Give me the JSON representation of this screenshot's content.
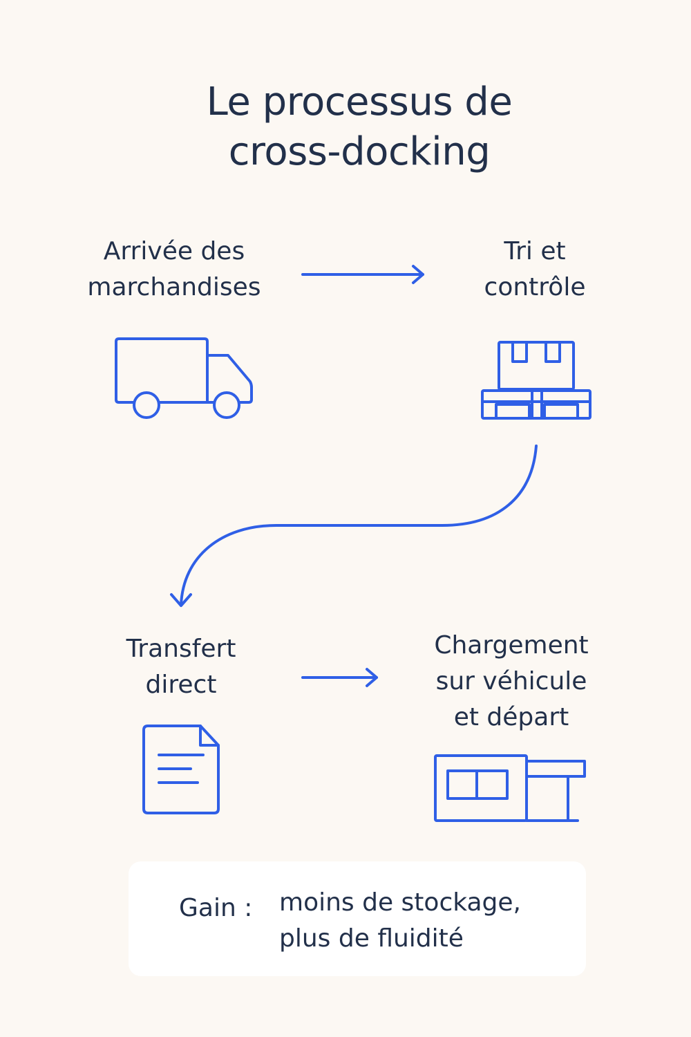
{
  "title": {
    "line1": "Le processus de",
    "line2": "cross-docking"
  },
  "steps": [
    {
      "lines": [
        "Arrivée des",
        "marchandises"
      ],
      "icon": "truck-icon"
    },
    {
      "lines": [
        "Tri et",
        "contrôle"
      ],
      "icon": "pallet-box-icon"
    },
    {
      "lines": [
        "Transfert",
        "direct"
      ],
      "icon": "document-icon"
    },
    {
      "lines": [
        "Chargement",
        "sur véhicule",
        "et départ"
      ],
      "icon": "loading-dock-icon"
    }
  ],
  "gain": {
    "label": "Gain :",
    "lines": [
      "moins de stockage,",
      "plus de fluidité"
    ]
  },
  "colors": {
    "accent": "#2f5fe6",
    "text": "#22304a",
    "background": "#fcf8f3",
    "box": "#ffffff"
  }
}
